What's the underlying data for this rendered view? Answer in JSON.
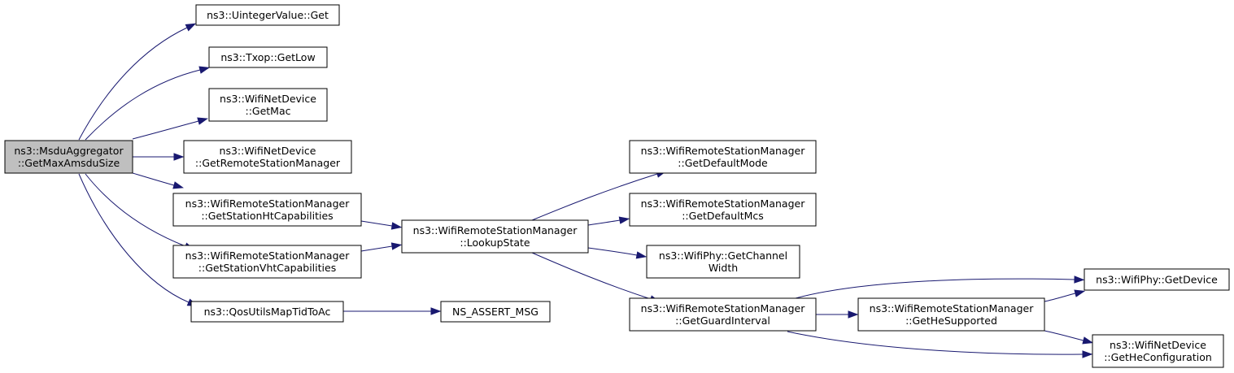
{
  "nodes": {
    "root": {
      "lines": [
        "ns3::MsduAggregator",
        "::GetMaxAmsduSize"
      ],
      "highlighted": true
    },
    "uintGet": {
      "lines": [
        "ns3::UintegerValue::Get"
      ]
    },
    "txopGetLow": {
      "lines": [
        "ns3::Txop::GetLow"
      ]
    },
    "getMac": {
      "lines": [
        "ns3::WifiNetDevice",
        "::GetMac"
      ]
    },
    "getRsm": {
      "lines": [
        "ns3::WifiNetDevice",
        "::GetRemoteStationManager"
      ]
    },
    "getHtCap": {
      "lines": [
        "ns3::WifiRemoteStationManager",
        "::GetStationHtCapabilities"
      ]
    },
    "getVhtCap": {
      "lines": [
        "ns3::WifiRemoteStationManager",
        "::GetStationVhtCapabilities"
      ]
    },
    "qosMap": {
      "lines": [
        "ns3::QosUtilsMapTidToAc"
      ]
    },
    "lookupState": {
      "lines": [
        "ns3::WifiRemoteStationManager",
        "::LookupState"
      ]
    },
    "assertMsg": {
      "lines": [
        "NS_ASSERT_MSG"
      ]
    },
    "defaultMode": {
      "lines": [
        "ns3::WifiRemoteStationManager",
        "::GetDefaultMode"
      ]
    },
    "defaultMcs": {
      "lines": [
        "ns3::WifiRemoteStationManager",
        "::GetDefaultMcs"
      ]
    },
    "chanWidth": {
      "lines": [
        "ns3::WifiPhy::GetChannel",
        "Width"
      ]
    },
    "guardInt": {
      "lines": [
        "ns3::WifiRemoteStationManager",
        "::GetGuardInterval"
      ]
    },
    "heSupported": {
      "lines": [
        "ns3::WifiRemoteStationManager",
        "::GetHeSupported"
      ]
    },
    "phyGetDevice": {
      "lines": [
        "ns3::WifiPhy::GetDevice"
      ]
    },
    "heConfig": {
      "lines": [
        "ns3::WifiNetDevice",
        "::GetHeConfiguration"
      ]
    }
  },
  "edges": [
    [
      "root",
      "uintGet"
    ],
    [
      "root",
      "txopGetLow"
    ],
    [
      "root",
      "getMac"
    ],
    [
      "root",
      "getRsm"
    ],
    [
      "root",
      "getHtCap"
    ],
    [
      "root",
      "getVhtCap"
    ],
    [
      "root",
      "qosMap"
    ],
    [
      "getHtCap",
      "lookupState"
    ],
    [
      "getVhtCap",
      "lookupState"
    ],
    [
      "qosMap",
      "assertMsg"
    ],
    [
      "lookupState",
      "defaultMode"
    ],
    [
      "lookupState",
      "defaultMcs"
    ],
    [
      "lookupState",
      "chanWidth"
    ],
    [
      "lookupState",
      "guardInt"
    ],
    [
      "guardInt",
      "heSupported"
    ],
    [
      "guardInt",
      "phyGetDevice"
    ],
    [
      "guardInt",
      "heConfig"
    ],
    [
      "heSupported",
      "phyGetDevice"
    ],
    [
      "heSupported",
      "heConfig"
    ]
  ],
  "colors": {
    "edge": "#191970",
    "node_fill": "#ffffff",
    "highlight_fill": "#bfbfbf",
    "border": "#000000"
  }
}
